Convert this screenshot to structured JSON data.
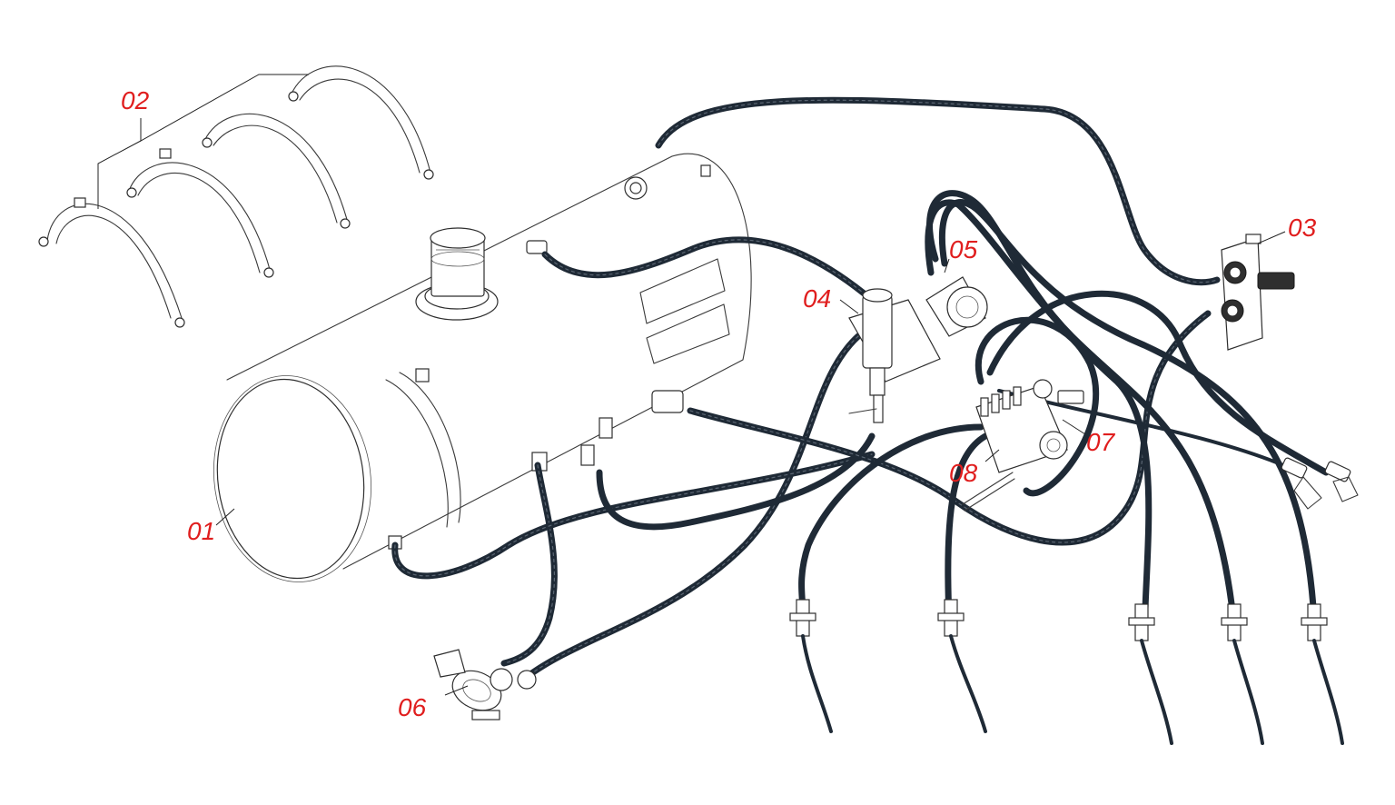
{
  "callouts": {
    "c01": "01",
    "c02": "02",
    "c03": "03",
    "c04": "04",
    "c05": "05",
    "c06": "06",
    "c07": "07",
    "c08": "08"
  },
  "colors": {
    "callout": "#e01e1e",
    "hose": "#1f2a36",
    "outline": "#3a3a3a"
  }
}
